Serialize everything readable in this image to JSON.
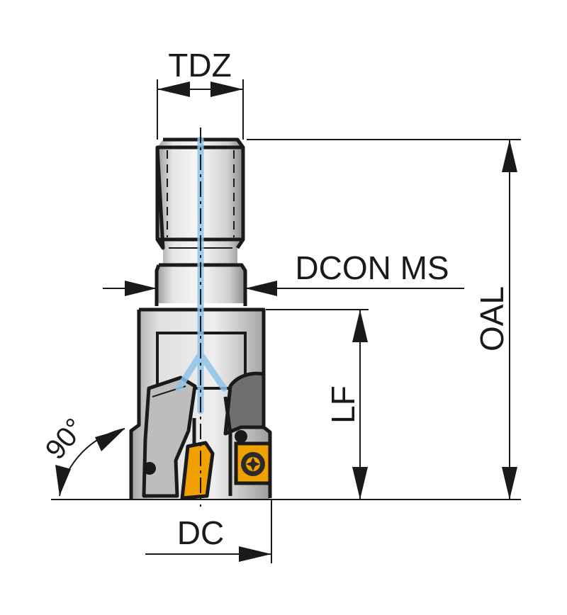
{
  "labels": {
    "tdz": "TDZ",
    "dcon_ms": "DCON MS",
    "oal": "OAL",
    "lf": "LF",
    "dc": "DC",
    "angle": "90°"
  },
  "colors": {
    "body": "#d9d9d9",
    "outline": "#1a1a1a",
    "coolant": "#8ec3ea",
    "insert": "#f0a000"
  },
  "icons": {
    "insert_screw": "torx-screw-icon"
  }
}
